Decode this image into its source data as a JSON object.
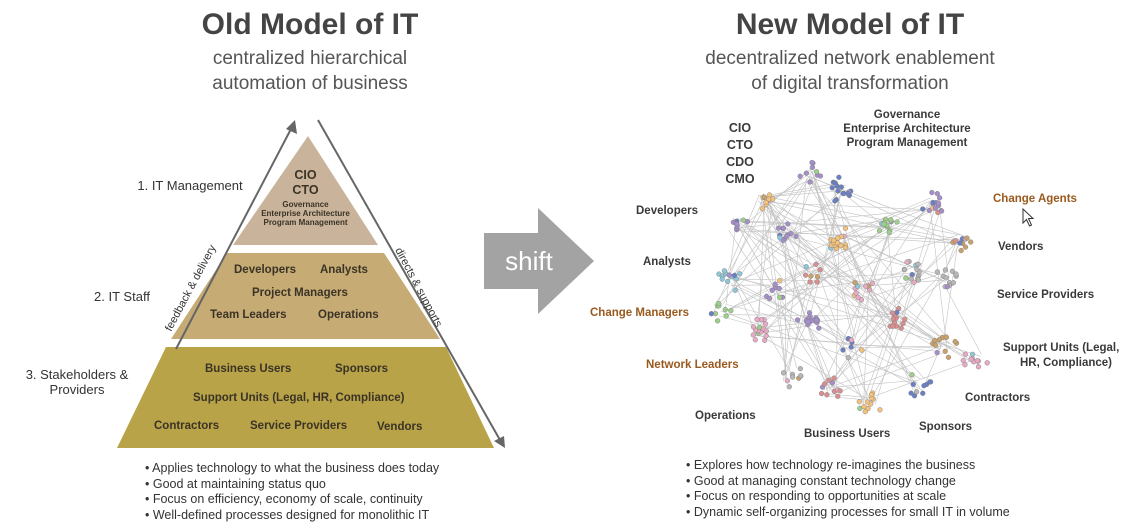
{
  "left": {
    "title": "Old Model of IT",
    "subtitle_line1": "centralized hierarchical",
    "subtitle_line2": "automation of business",
    "levels": [
      "1. IT Management",
      "2. IT Staff",
      "3. Stakeholders &",
      "Providers"
    ],
    "arrow_left_label": "feedback & delivery",
    "arrow_right_label": "directs & supports",
    "tier1": {
      "cio": "CIO",
      "cto": "CTO",
      "governance": "Governance",
      "ea": "Enterprise Architecture",
      "pm": "Program Management"
    },
    "tier2": {
      "developers": "Developers",
      "analysts": "Analysts",
      "project_managers": "Project Managers",
      "team_leaders": "Team Leaders",
      "operations": "Operations"
    },
    "tier3": {
      "business_users": "Business Users",
      "sponsors": "Sponsors",
      "support_units": "Support Units (Legal, HR, Compliance)",
      "contractors": "Contractors",
      "service_providers": "Service Providers",
      "vendors": "Vendors"
    },
    "bullets": [
      "• Applies technology to what the business does today",
      "• Good at maintaining status quo",
      "• Focus on efficiency, economy of scale, continuity",
      "• Well-defined processes designed for monolithic IT"
    ]
  },
  "shift": {
    "label": "shift"
  },
  "right": {
    "title": "New Model of IT",
    "subtitle_line1": "decentralized network enablement",
    "subtitle_line2": "of digital transformation",
    "exec": [
      "CIO",
      "CTO",
      "CDO",
      "CMO"
    ],
    "gov": [
      "Governance",
      "Enterprise Architecture",
      "Program Management"
    ],
    "labels": {
      "developers": "Developers",
      "analysts": "Analysts",
      "change_managers": "Change Managers",
      "network_leaders": "Network Leaders",
      "operations": "Operations",
      "business_users": "Business Users",
      "sponsors": "Sponsors",
      "contractors": "Contractors",
      "support1": "Support Units (Legal,",
      "support2": "HR, Compliance)",
      "service_providers": "Service Providers",
      "vendors": "Vendors",
      "change_agents": "Change Agents"
    },
    "bullets": [
      "• Explores how technology re-imagines the business",
      "• Good at managing constant technology change",
      "• Focus on responding to opportunities at scale",
      "• Dynamic self-organizing processes for small IT in volume"
    ]
  },
  "colors": {
    "tier1": "#c9b49b",
    "tier2": "#c7ab74",
    "tier3": "#b9a348",
    "highlight": "#9a5a1e",
    "arrow": "#a3a3a3"
  }
}
